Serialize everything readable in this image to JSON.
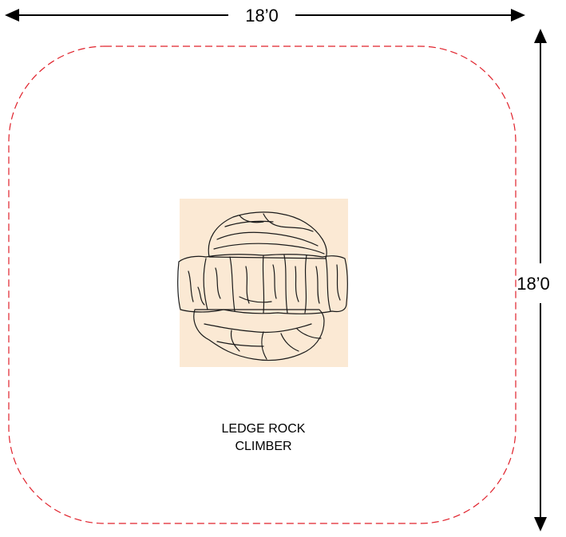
{
  "dimensions": {
    "width_label": "18’0",
    "depth_label": "18’0"
  },
  "item": {
    "name_line1": "LEDGE ROCK",
    "name_line2": "CLIMBER"
  },
  "colors": {
    "safety_zone": "#e0202a",
    "footprint_fill": "#fbe9d4",
    "line": "#000000"
  }
}
